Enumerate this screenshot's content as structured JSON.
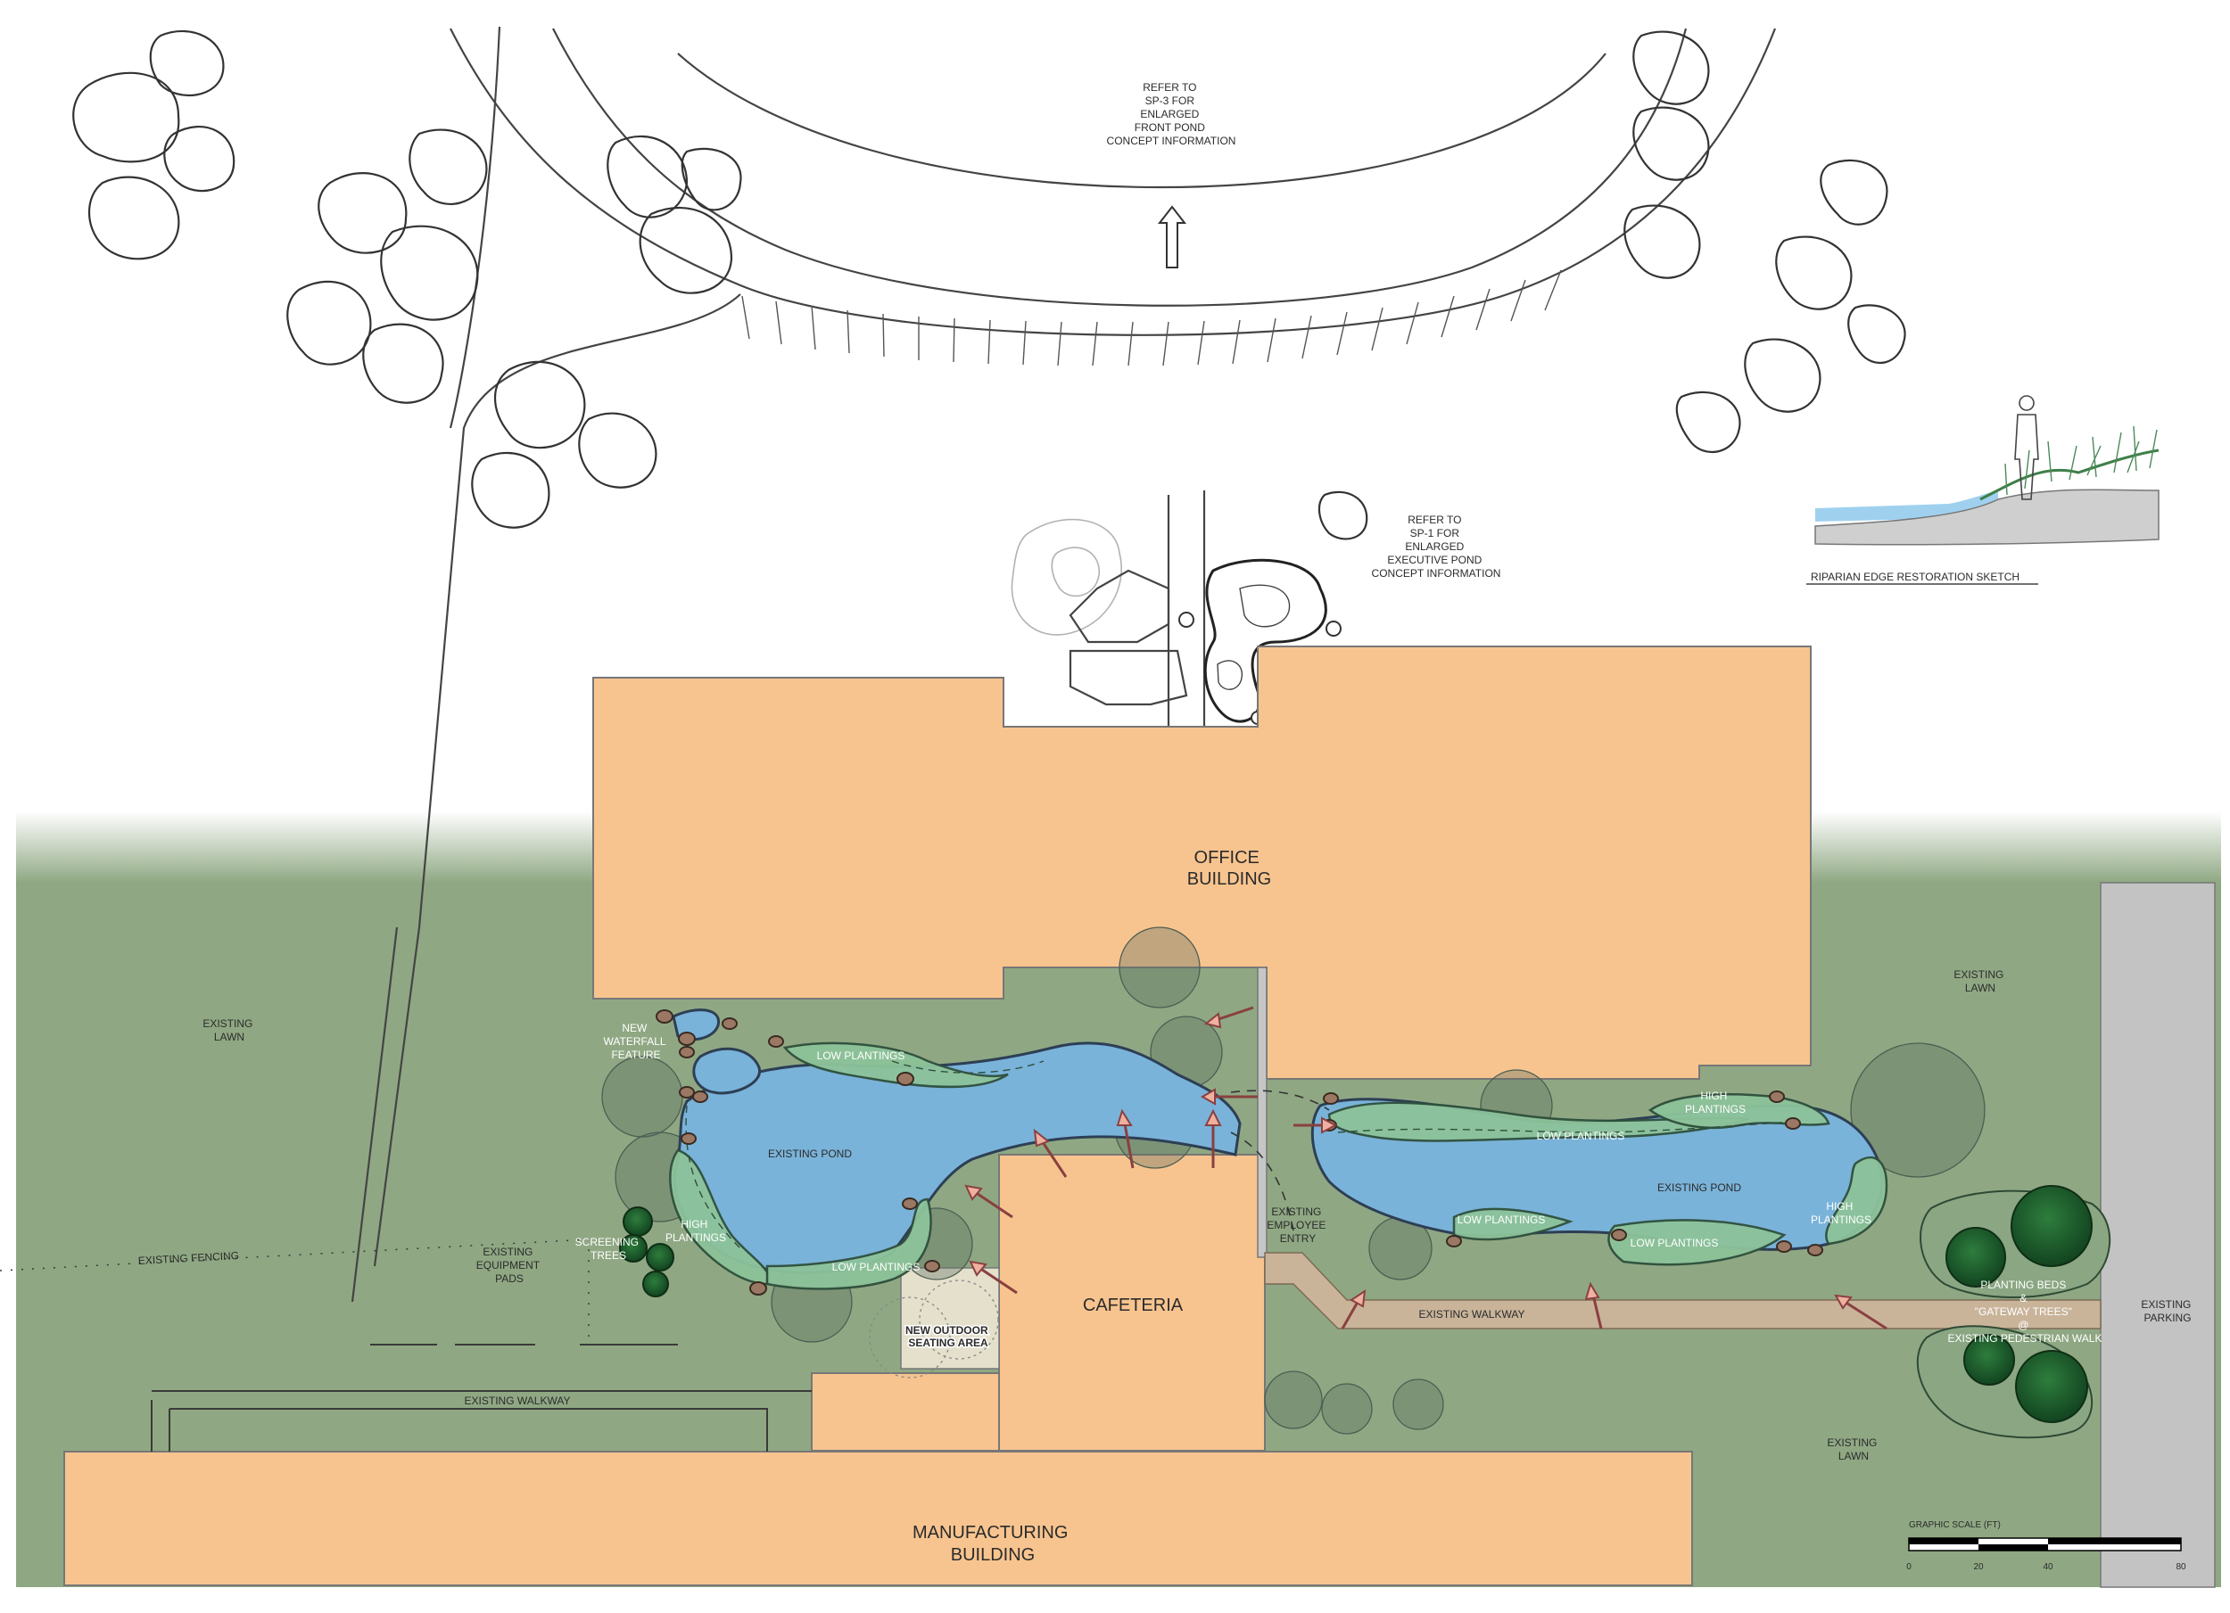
{
  "labels": {
    "refer_sp3": [
      "REFER TO",
      "SP-3 FOR",
      "ENLARGED",
      "FRONT POND",
      "CONCEPT INFORMATION"
    ],
    "refer_sp1": [
      "REFER TO",
      "SP-1 FOR",
      "ENLARGED",
      "EXECUTIVE POND",
      "CONCEPT INFORMATION"
    ],
    "riparian_title": "RIPARIAN EDGE RESTORATION SKETCH",
    "office_building": [
      "OFFICE",
      "BUILDING"
    ],
    "existing_lawn_left": [
      "EXISTING",
      "LAWN"
    ],
    "existing_lawn_right": [
      "EXISTING",
      "LAWN"
    ],
    "existing_lawn_bottom": [
      "EXISTING",
      "LAWN"
    ],
    "new_waterfall": [
      "NEW",
      "WATERFALL",
      "FEATURE"
    ],
    "low_plantings_1": "LOW PLANTINGS",
    "low_plantings_2": "LOW PLANTINGS",
    "low_plantings_3": "LOW PLANTINGS",
    "low_plantings_4": "LOW PLANTINGS",
    "low_plantings_5": "LOW PLANTINGS",
    "existing_pond_left": "EXISTING POND",
    "existing_pond_right": "EXISTING POND",
    "high_plantings_left": [
      "HIGH",
      "PLANTINGS"
    ],
    "high_plantings_top_right": [
      "HIGH",
      "PLANTINGS"
    ],
    "high_plantings_right": [
      "HIGH",
      "PLANTINGS"
    ],
    "screening_trees": [
      "SCREENING",
      "TREES"
    ],
    "existing_fencing": "EXISTING FENCING",
    "existing_equipment_pads": [
      "EXISTING",
      "EQUIPMENT",
      "PADS"
    ],
    "new_outdoor_seating": [
      "NEW OUTDOOR",
      "SEATING AREA"
    ],
    "cafeteria": "CAFETERIA",
    "existing_employee_entry": [
      "EXISTING",
      "EMPLOYEE",
      "ENTRY"
    ],
    "existing_walkway_right": "EXISTING WALKWAY",
    "existing_walkway_bottom": "EXISTING WALKWAY",
    "planting_beds": [
      "PLANTING BEDS",
      "&",
      "\"GATEWAY TREES\"",
      "@",
      "EXISTING PEDESTRIAN WALK"
    ],
    "existing_parking": [
      "EXISTING",
      "PARKING"
    ],
    "manufacturing_building": [
      "MANUFACTURING",
      "BUILDING"
    ]
  },
  "scale": {
    "title": "GRAPHIC SCALE (FT)",
    "ticks": [
      "0",
      "20",
      "40",
      "80"
    ]
  },
  "colors": {
    "lawn": "#8fa883",
    "building": "#f7c48f",
    "pond": "#7ab3d9",
    "plantings": "#8cc39a",
    "parking": "#c3c3c3",
    "walkway": "#c9b49a",
    "gateway_trees": "#1f5f2e"
  }
}
